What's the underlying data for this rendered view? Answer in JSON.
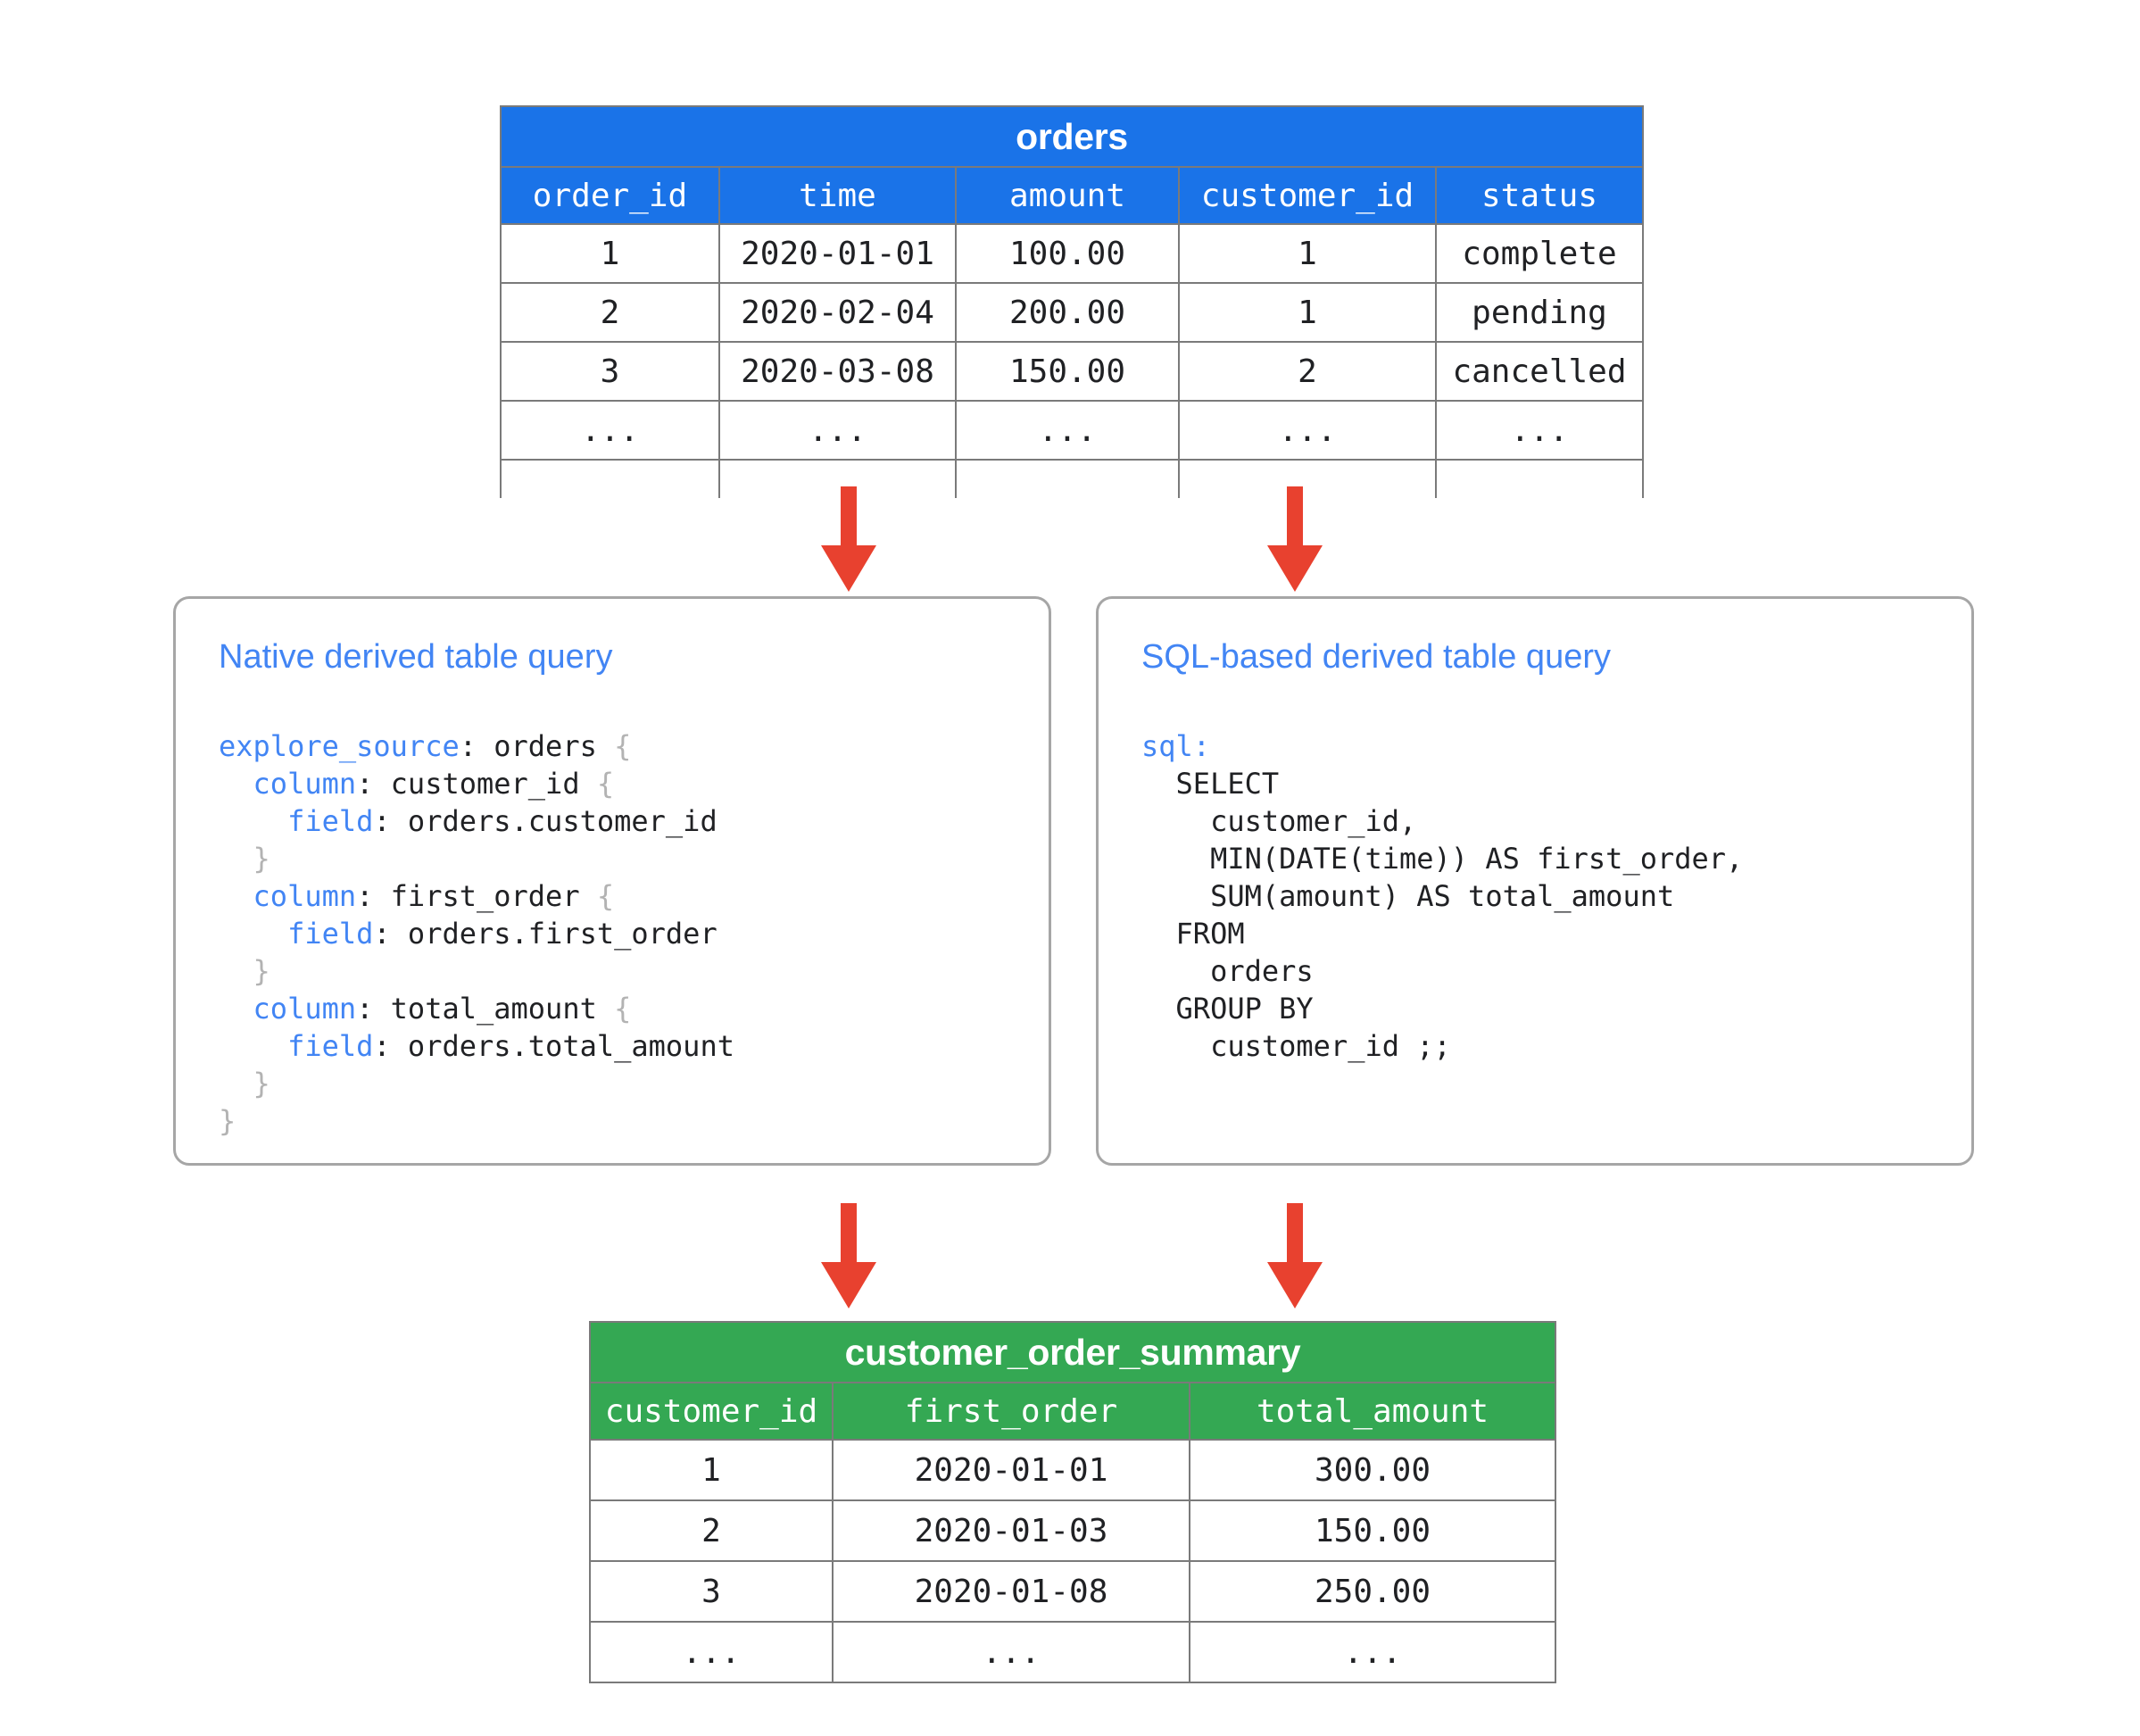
{
  "colors": {
    "source_table_header": "#1a73e8",
    "result_table_header": "#34a853",
    "arrow": "#e8412f",
    "keyword_blue": "#4285f4",
    "panel_border": "#a6a6a6",
    "cell_border": "#7a7a7a"
  },
  "source_table": {
    "title": "orders",
    "columns": [
      "order_id",
      "time",
      "amount",
      "customer_id",
      "status"
    ],
    "rows": [
      [
        "1",
        "2020-01-01",
        "100.00",
        "1",
        "complete"
      ],
      [
        "2",
        "2020-02-04",
        "200.00",
        "1",
        "pending"
      ],
      [
        "3",
        "2020-03-08",
        "150.00",
        "2",
        "cancelled"
      ],
      [
        "...",
        "...",
        "...",
        "...",
        "..."
      ],
      [
        "",
        "",
        "",
        "",
        ""
      ]
    ]
  },
  "panels": [
    {
      "title": "Native derived table query",
      "code_lines": [
        [
          {
            "t": "explore_source",
            "c": "kw"
          },
          {
            "t": ": orders ",
            "c": ""
          },
          {
            "t": "{",
            "c": "brc"
          }
        ],
        [
          {
            "t": "  ",
            "c": ""
          },
          {
            "t": "column",
            "c": "kw"
          },
          {
            "t": ": customer_id ",
            "c": ""
          },
          {
            "t": "{",
            "c": "brc"
          }
        ],
        [
          {
            "t": "    ",
            "c": ""
          },
          {
            "t": "field",
            "c": "kw"
          },
          {
            "t": ": orders.customer_id",
            "c": ""
          }
        ],
        [
          {
            "t": "  ",
            "c": ""
          },
          {
            "t": "}",
            "c": "brc"
          }
        ],
        [
          {
            "t": "  ",
            "c": ""
          },
          {
            "t": "column",
            "c": "kw"
          },
          {
            "t": ": first_order ",
            "c": ""
          },
          {
            "t": "{",
            "c": "brc"
          }
        ],
        [
          {
            "t": "    ",
            "c": ""
          },
          {
            "t": "field",
            "c": "kw"
          },
          {
            "t": ": orders.first_order",
            "c": ""
          }
        ],
        [
          {
            "t": "  ",
            "c": ""
          },
          {
            "t": "}",
            "c": "brc"
          }
        ],
        [
          {
            "t": "  ",
            "c": ""
          },
          {
            "t": "column",
            "c": "kw"
          },
          {
            "t": ": total_amount ",
            "c": ""
          },
          {
            "t": "{",
            "c": "brc"
          }
        ],
        [
          {
            "t": "    ",
            "c": ""
          },
          {
            "t": "field",
            "c": "kw"
          },
          {
            "t": ": orders.total_amount",
            "c": ""
          }
        ],
        [
          {
            "t": "  ",
            "c": ""
          },
          {
            "t": "}",
            "c": "brc"
          }
        ],
        [
          {
            "t": "}",
            "c": "brc"
          }
        ]
      ]
    },
    {
      "title": "SQL-based derived table query",
      "code_lines": [
        [
          {
            "t": "sql",
            "c": "kw"
          },
          {
            "t": ":",
            "c": "kw"
          }
        ],
        [
          {
            "t": "  SELECT",
            "c": ""
          }
        ],
        [
          {
            "t": "    customer_id,",
            "c": ""
          }
        ],
        [
          {
            "t": "    MIN(DATE(time)) AS first_order,",
            "c": ""
          }
        ],
        [
          {
            "t": "    SUM(amount) AS total_amount",
            "c": ""
          }
        ],
        [
          {
            "t": "  FROM",
            "c": ""
          }
        ],
        [
          {
            "t": "    orders",
            "c": ""
          }
        ],
        [
          {
            "t": "  GROUP BY",
            "c": ""
          }
        ],
        [
          {
            "t": "    customer_id ;;",
            "c": ""
          }
        ]
      ]
    }
  ],
  "result_table": {
    "title": "customer_order_summary",
    "columns": [
      "customer_id",
      "first_order",
      "total_amount"
    ],
    "rows": [
      [
        "1",
        "2020-01-01",
        "300.00"
      ],
      [
        "2",
        "2020-01-03",
        "150.00"
      ],
      [
        "3",
        "2020-01-08",
        "250.00"
      ],
      [
        "...",
        "...",
        "..."
      ]
    ]
  },
  "arrows": [
    {
      "name": "arrow-orders-to-native"
    },
    {
      "name": "arrow-orders-to-sql"
    },
    {
      "name": "arrow-native-to-summary"
    },
    {
      "name": "arrow-sql-to-summary"
    }
  ]
}
